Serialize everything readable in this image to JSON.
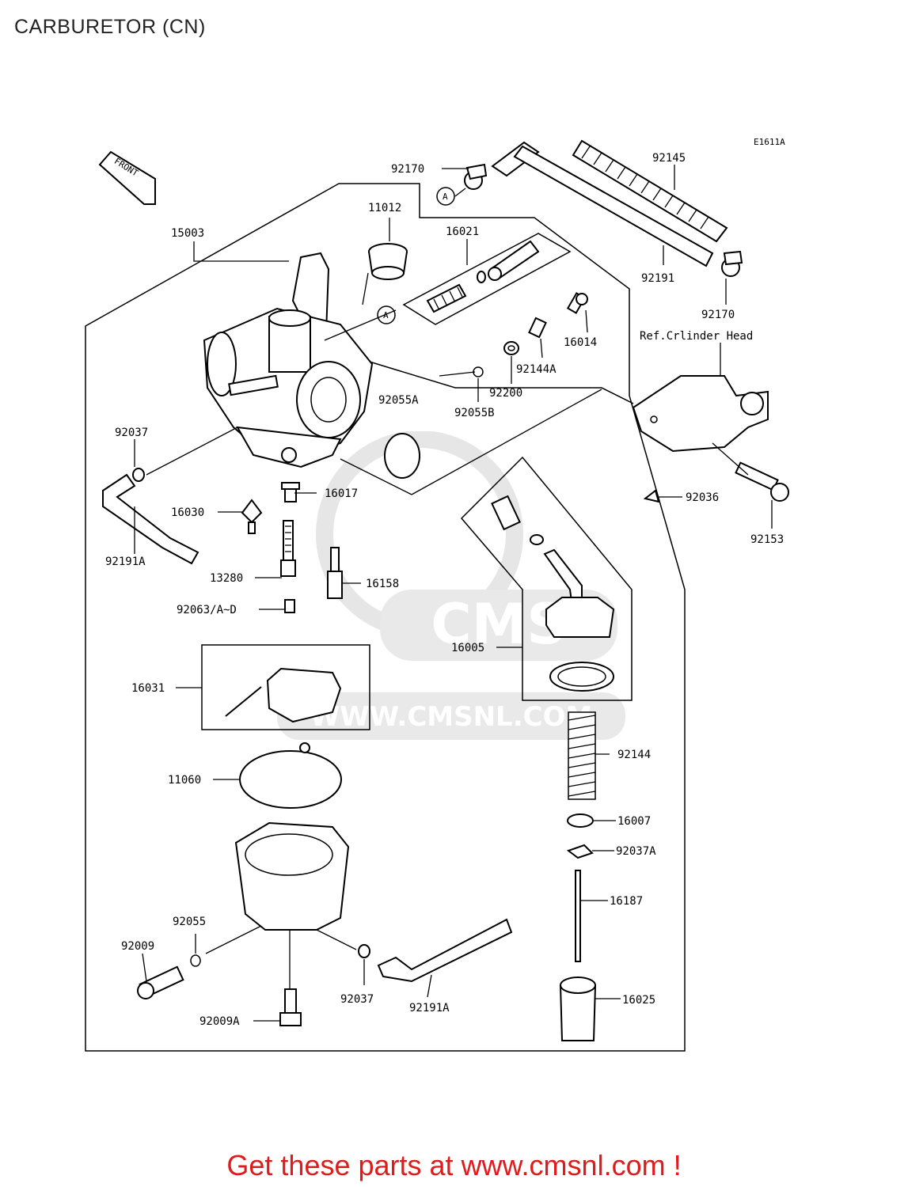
{
  "title": "CARBURETOR (CN)",
  "diagram_code": "E1611A",
  "front_label": "FRONT",
  "ref_note": "Ref.Crlinder Head",
  "callout_marker": "A",
  "watermark_text": "WWW.CMSNL.COM",
  "watermark_logo": "CMS",
  "footer": "Get these parts at www.cmsnl.com !",
  "colors": {
    "footer": "#e01b1b",
    "lines": "#000000",
    "watermark": "#e6e6e6"
  },
  "parts": {
    "p92170a": "92170",
    "p92145": "92145",
    "p11012": "11012",
    "p16021": "16021",
    "p15003": "15003",
    "p92191": "92191",
    "p92170b": "92170",
    "p16014": "16014",
    "p92144a": "92144A",
    "p92200": "92200",
    "p92055a": "92055A",
    "p92055b": "92055B",
    "p92037a": "92037",
    "p16017": "16017",
    "p92036": "92036",
    "p16030": "16030",
    "p92153": "92153",
    "p92191a_top": "92191A",
    "p13280": "13280",
    "p16158": "16158",
    "p92063": "92063/A~D",
    "p16005": "16005",
    "p16031": "16031",
    "p92144": "92144",
    "p11060": "11060",
    "p16007": "16007",
    "p92037a_right": "92037A",
    "p16187": "16187",
    "p92055": "92055",
    "p92009": "92009",
    "p92037b": "92037",
    "p92191a_bot": "92191A",
    "p16025": "16025",
    "p92009a": "92009A"
  }
}
